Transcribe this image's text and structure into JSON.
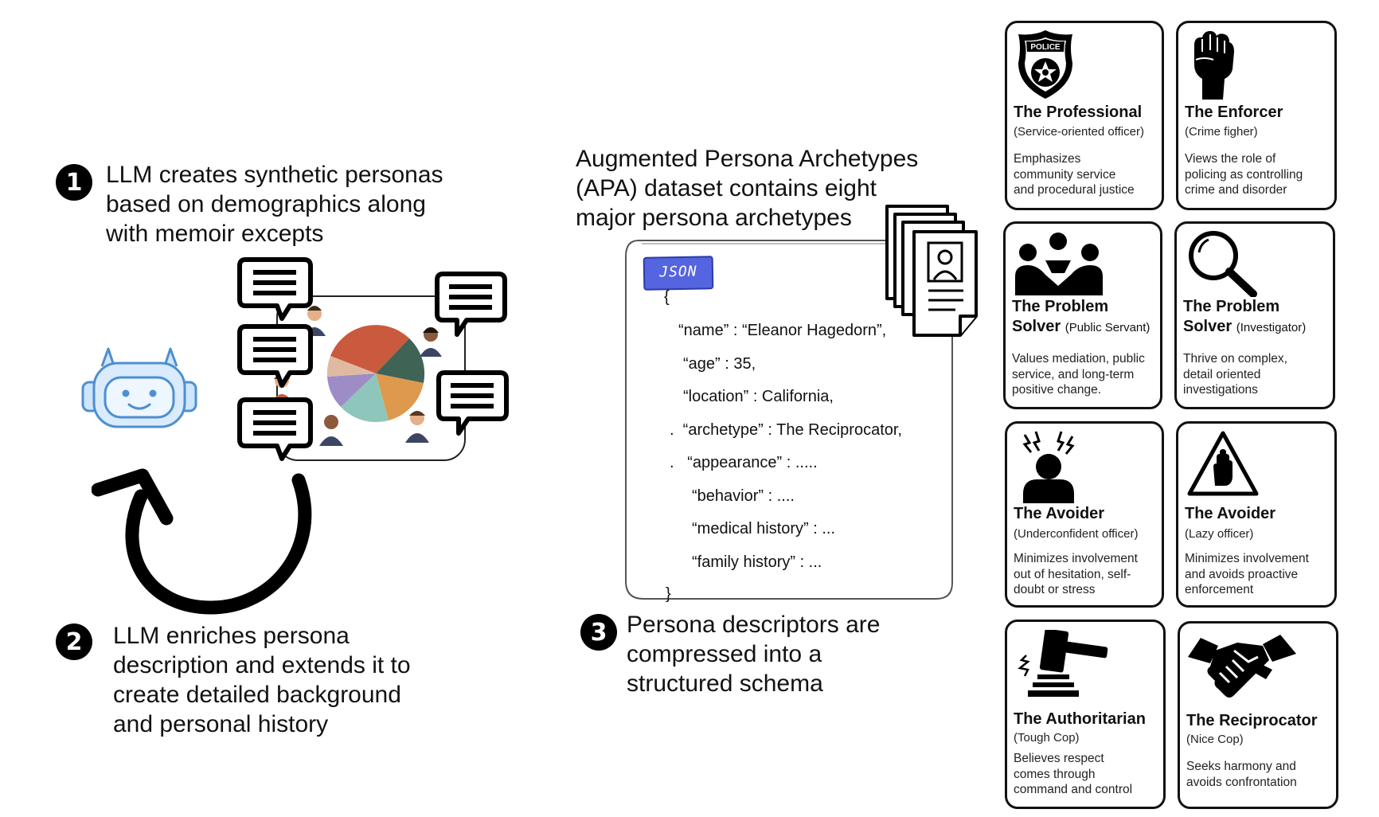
{
  "steps": [
    {
      "number": "1",
      "lines": [
        "LLM creates synthetic personas",
        "based on demographics along",
        "with memoir excepts"
      ]
    },
    {
      "number": "2",
      "lines": [
        "LLM enriches persona",
        "description and extends it to",
        "create detailed background",
        "and personal history"
      ]
    },
    {
      "number": "3",
      "lines": [
        "Persona descriptors are",
        "compressed into a",
        "structured schema"
      ]
    }
  ],
  "dataset_heading": [
    "Augmented Persona Archetypes",
    "(APA) dataset contains eight",
    "major persona archetypes"
  ],
  "json_card": {
    "tag": "JSON",
    "lines": [
      "{",
      "“name” : “Eleanor Hagedorn”,",
      "“age” : 35,",
      "“location” : California,",
      ".  “archetype” : The Reciprocator,",
      ".   “appearance” : .....",
      "“behavior” : ....",
      "“medical history” : ...",
      "“family history” : ...",
      "}"
    ]
  },
  "badge_label": "POLICE",
  "archetypes": [
    {
      "title": "The Professional",
      "subtitle": "(Service-oriented officer)",
      "description": [
        "Emphasizes",
        "community service",
        "and procedural justice"
      ],
      "icon": "police-badge-icon"
    },
    {
      "title": "The Enforcer",
      "subtitle": "(Crime figher)",
      "description": [
        "Views the role of",
        "policing as controlling",
        "crime and disorder"
      ],
      "icon": "raised-fist-icon"
    },
    {
      "title_line1": "The Problem",
      "title_line2": "Solver",
      "subtitle": "(Public Servant)",
      "description": [
        "Values mediation, public",
        "service, and long-term",
        "positive change."
      ],
      "icon": "community-people-icon"
    },
    {
      "title_line1": "The Problem",
      "title_line2": "Solver",
      "subtitle": "(Investigator)",
      "description": [
        "Thrive on complex,",
        "detail oriented",
        "investigations"
      ],
      "icon": "magnifier-icon"
    },
    {
      "title": "The Avoider",
      "subtitle": "(Underconfident officer)",
      "description": [
        "Minimizes involvement",
        "out of hesitation, self-",
        "doubt or stress"
      ],
      "icon": "stressed-person-icon"
    },
    {
      "title": "The Avoider",
      "subtitle": "(Lazy officer)",
      "description": [
        "Minimizes involvement",
        "and avoids proactive",
        "enforcement"
      ],
      "icon": "stop-hand-icon"
    },
    {
      "title": "The Authoritarian",
      "subtitle": "(Tough Cop)",
      "description": [
        "Believes respect",
        "comes through",
        "command and control"
      ],
      "icon": "gavel-icon"
    },
    {
      "title": "The Reciprocator",
      "subtitle": "(Nice Cop)",
      "description": [
        "Seeks harmony and",
        "avoids confrontation"
      ],
      "icon": "handshake-icon"
    }
  ]
}
